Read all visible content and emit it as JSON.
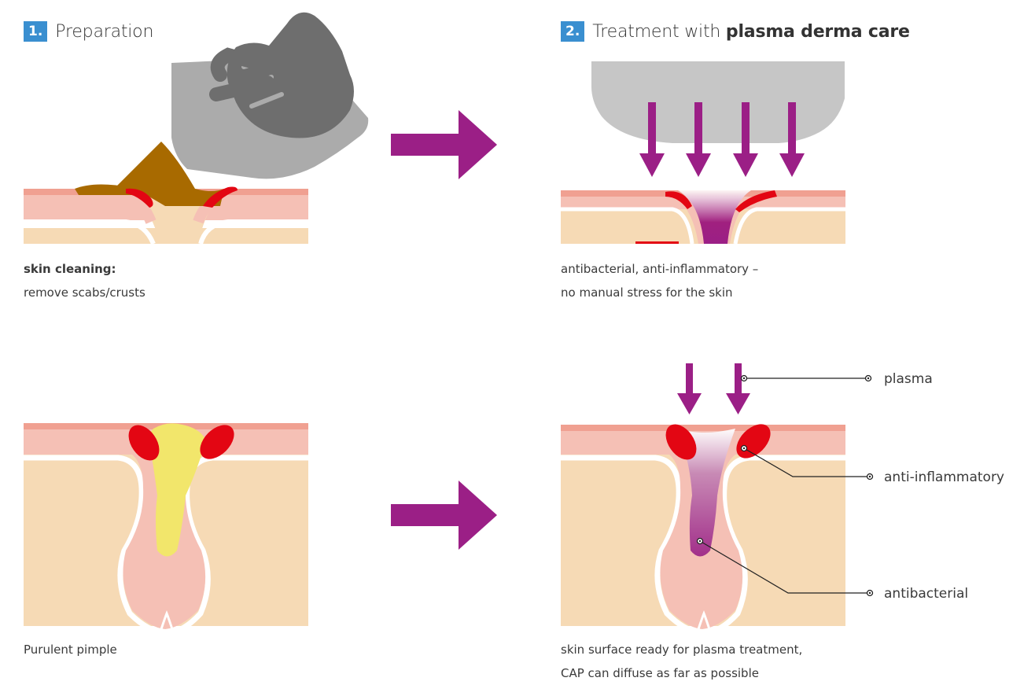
{
  "step1": {
    "number": "1.",
    "title": "Preparation"
  },
  "step2": {
    "number": "2.",
    "title_prefix": "Treatment with ",
    "title_bold": "plasma derma care"
  },
  "caption1": {
    "bold": "skin cleaning:",
    "text": "remove scabs/crusts"
  },
  "caption2": {
    "line1": "antibacterial, anti-inflammatory –",
    "line2": "no manual stress for the skin"
  },
  "caption3": {
    "text": "Purulent pimple"
  },
  "caption4": {
    "line1": "skin surface ready for plasma treatment,",
    "line2": "CAP can diffuse as far as possible"
  },
  "labels": {
    "plasma": "plasma",
    "anti_inflammatory": "anti-inflammatory",
    "antibacterial": "antibacterial"
  },
  "colors": {
    "arrow": "#9b1f86",
    "badge": "#3a8fd0",
    "skin_top": "#f0a091",
    "skin_layer": "#f5c0b5",
    "dermis": "#f6dab5",
    "inflamed": "#e30613",
    "pus": "#f2e66b",
    "crust": "#a86a00",
    "applicator": "#c6c6c6",
    "hand": "#6e6e6e"
  }
}
